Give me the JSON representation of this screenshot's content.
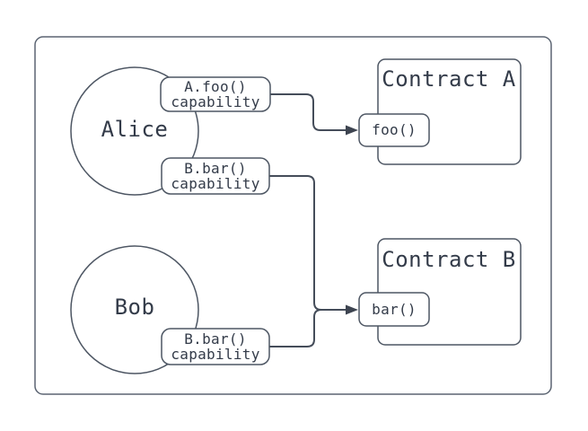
{
  "colors": {
    "background": "#ffffff",
    "outer-stroke": "#5b6472",
    "shape-stroke": "#4d5663",
    "connector": "#454d5a",
    "arrowhead": "#3d4450",
    "text": "#333b49"
  },
  "actors": [
    {
      "label": "Alice"
    },
    {
      "label": "Bob"
    }
  ],
  "contracts": [
    {
      "title": "Contract A",
      "method_label": "foo()"
    },
    {
      "title": "Contract B",
      "method_label": "bar()"
    }
  ],
  "capabilities": [
    {
      "owner": "Alice",
      "line1": "A.foo()",
      "line2": "capability"
    },
    {
      "owner": "Alice",
      "line1": "B.bar()",
      "line2": "capability"
    },
    {
      "owner": "Bob",
      "line1": "B.bar()",
      "line2": "capability"
    }
  ]
}
